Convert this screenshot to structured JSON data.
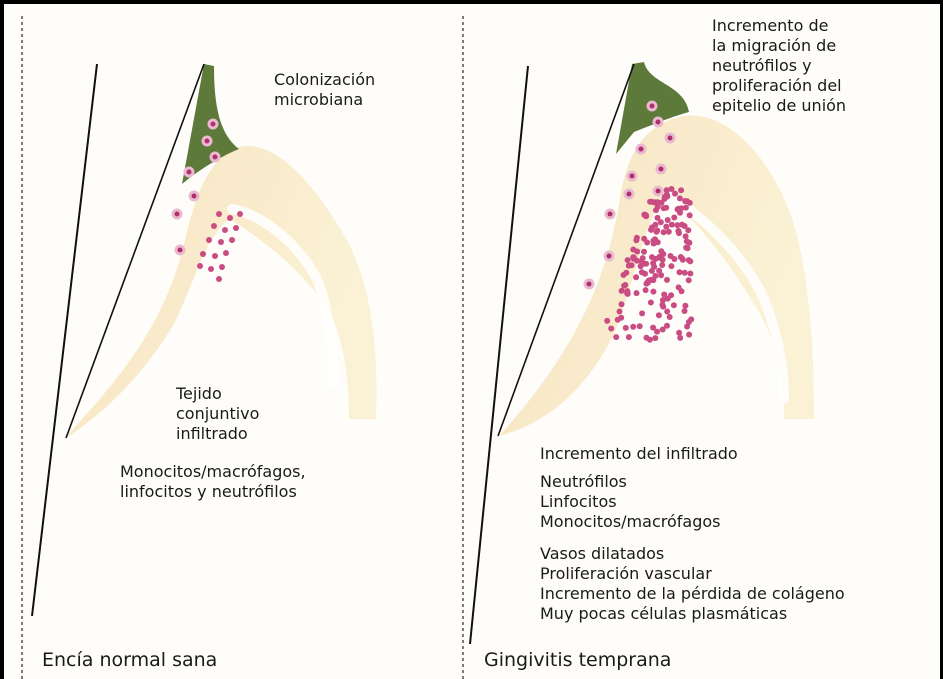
{
  "panels": [
    {
      "caption": "Encía normal sana",
      "labels": {
        "colonization": [
          "Colonización",
          "microbiana"
        ],
        "tissue": [
          "Tejido",
          "conjuntivo",
          "infiltrado"
        ],
        "cells": [
          "Monocitos/macrófagos,",
          "linfocitos y neutrófilos"
        ]
      }
    },
    {
      "caption": "Gingivitis temprana",
      "labels": {
        "migration": [
          "Incremento de",
          "la migración de",
          "neutrófilos y",
          "proliferación del",
          "epitelio de unión"
        ],
        "infiltrate_title": "Incremento del infiltrado",
        "infiltrate_cells": [
          "Neutrófilos",
          "Linfocitos",
          "Monocitos/macrófagos"
        ],
        "vascular": [
          "Vasos dilatados",
          "Proliferación vascular",
          "Incremento de la pérdida de colágeno",
          "Muy pocas células plasmáticas"
        ]
      }
    }
  ],
  "colors": {
    "plaque": "#5e7a3a",
    "epithelium": "#f7ecc9",
    "connective": "#fbf0d8",
    "cells": "#c94c82",
    "border": "#000000"
  }
}
